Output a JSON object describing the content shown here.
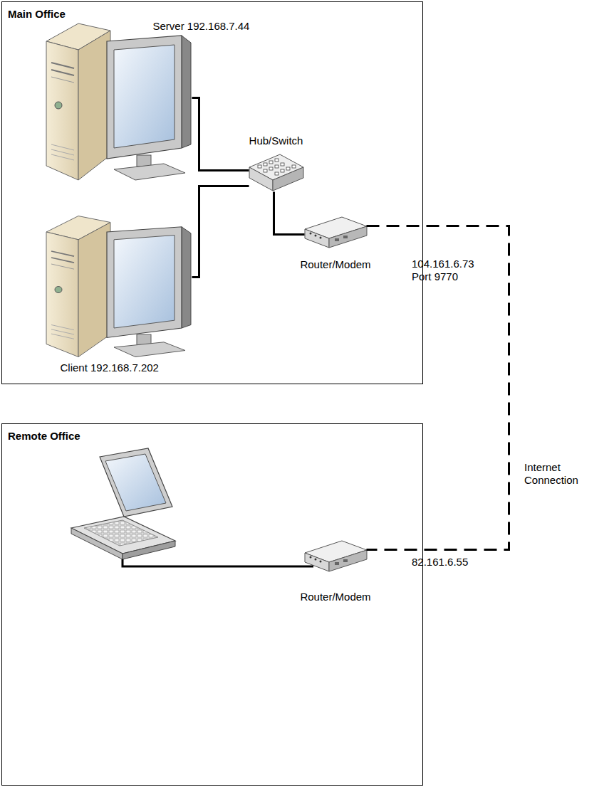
{
  "diagram": {
    "nodes": [
      {
        "text": [
          "Main Office"
        ]
      },
      {
        "text": [
          "Server 192.168.7.44"
        ],
        "in": 0
      },
      {
        "text": [
          "Hub/Switch"
        ],
        "in": 0
      },
      {
        "text": [
          "Client 192.168.7.202"
        ],
        "in": 0
      },
      {
        "text": [
          "Router/Modem"
        ],
        "in": 0
      },
      {
        "text": [
          "Remote Office"
        ]
      },
      {
        "text": [
          "Router/Modem"
        ],
        "in": 5
      }
    ],
    "edges": [
      {
        "from": 1,
        "to": 2,
        "arrow": "none"
      },
      {
        "from": 3,
        "to": 2,
        "arrow": "none"
      },
      {
        "from": 2,
        "to": 4,
        "arrow": "none"
      },
      {
        "from": 4,
        "to": 6,
        "arrow": "none"
      }
    ],
    "labels": [
      "104.161.6.73 Port 9770",
      "82.161.6.55",
      "Internet Connection"
    ]
  }
}
